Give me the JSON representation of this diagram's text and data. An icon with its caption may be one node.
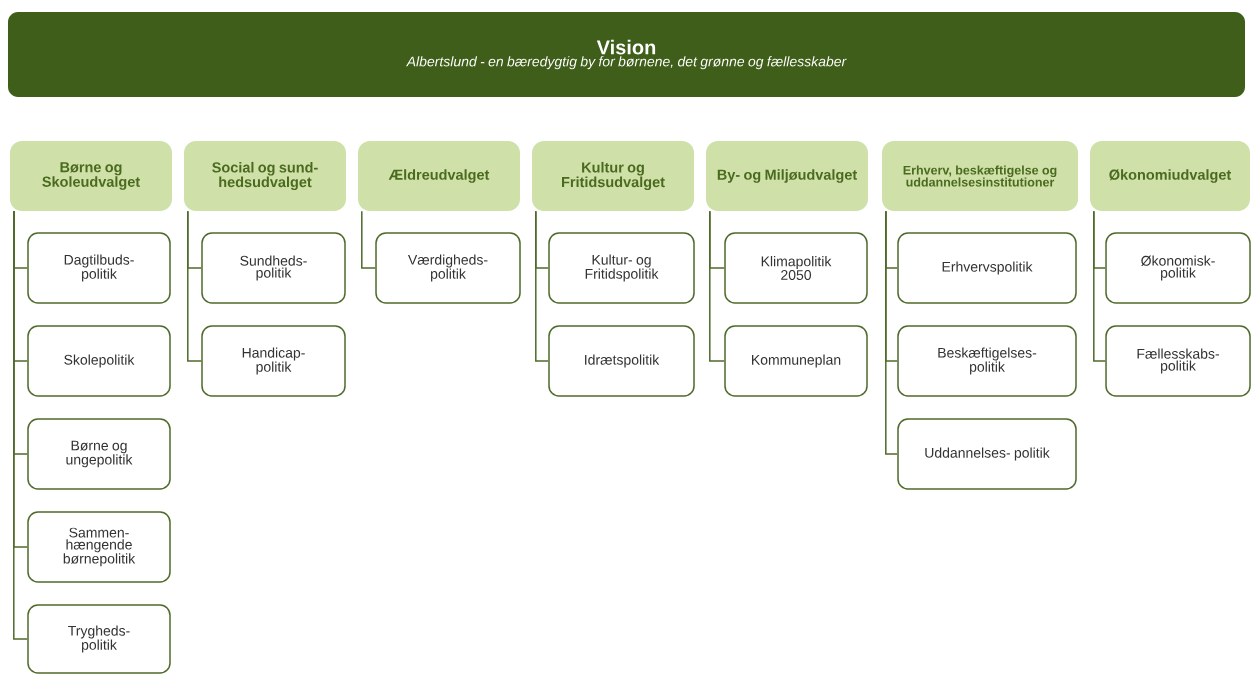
{
  "diagram": {
    "nodes": [
      {
        "text": [
          "Vision",
          "Albertslund - en bæredygtig by for børnene, det grønne og fællesskaber"
        ]
      },
      {
        "text": [
          "Børne og Skoleudvalget"
        ]
      },
      {
        "text": [
          "Dagtilbuds- politik"
        ]
      },
      {
        "text": [
          "Skolepolitik"
        ]
      },
      {
        "text": [
          "Børne og ungepolitik"
        ]
      },
      {
        "text": [
          "Sammen- hængende børnepolitik"
        ]
      },
      {
        "text": [
          "Trygheds- politik"
        ]
      },
      {
        "text": [
          "Social og sund- hedsudvalget"
        ]
      },
      {
        "text": [
          "Sundheds- politik"
        ]
      },
      {
        "text": [
          "Handicap- politik"
        ]
      },
      {
        "text": [
          "Ældreudvalget"
        ]
      },
      {
        "text": [
          "Værdigheds- politik"
        ]
      },
      {
        "text": [
          "Kultur og Fritidsudvalget"
        ]
      },
      {
        "text": [
          "Kultur- og Fritidspolitik"
        ]
      },
      {
        "text": [
          "Idrætspolitik"
        ]
      },
      {
        "text": [
          "By- og Miljøudvalget"
        ]
      },
      {
        "text": [
          "Klimapolitik 2050"
        ]
      },
      {
        "text": [
          "Kommuneplan"
        ]
      },
      {
        "text": [
          "Erhverv, beskæftigelse og uddannelsesinstitutioner"
        ]
      },
      {
        "text": [
          "Erhvervspolitik"
        ]
      },
      {
        "text": [
          "Beskæftigelses- politik"
        ]
      },
      {
        "text": [
          "Uddannelses- politik"
        ]
      },
      {
        "text": [
          "Økonomiudvalget"
        ]
      },
      {
        "text": [
          "Økonomisk- politik"
        ]
      },
      {
        "text": [
          "Fællesskabs- politik"
        ]
      }
    ],
    "edges": [
      {
        "from": 1,
        "to": 2,
        "arrow": "none"
      },
      {
        "from": 1,
        "to": 3,
        "arrow": "none"
      },
      {
        "from": 1,
        "to": 4,
        "arrow": "none"
      },
      {
        "from": 1,
        "to": 5,
        "arrow": "none"
      },
      {
        "from": 1,
        "to": 6,
        "arrow": "none"
      },
      {
        "from": 7,
        "to": 8,
        "arrow": "none"
      },
      {
        "from": 7,
        "to": 9,
        "arrow": "none"
      },
      {
        "from": 10,
        "to": 11,
        "arrow": "none"
      },
      {
        "from": 12,
        "to": 13,
        "arrow": "none"
      },
      {
        "from": 12,
        "to": 14,
        "arrow": "none"
      },
      {
        "from": 15,
        "to": 16,
        "arrow": "none"
      },
      {
        "from": 15,
        "to": 17,
        "arrow": "none"
      },
      {
        "from": 18,
        "to": 19,
        "arrow": "none"
      },
      {
        "from": 18,
        "to": 20,
        "arrow": "none"
      },
      {
        "from": 18,
        "to": 21,
        "arrow": "none"
      },
      {
        "from": 22,
        "to": 23,
        "arrow": "none"
      },
      {
        "from": 22,
        "to": 24,
        "arrow": "none"
      }
    ]
  }
}
